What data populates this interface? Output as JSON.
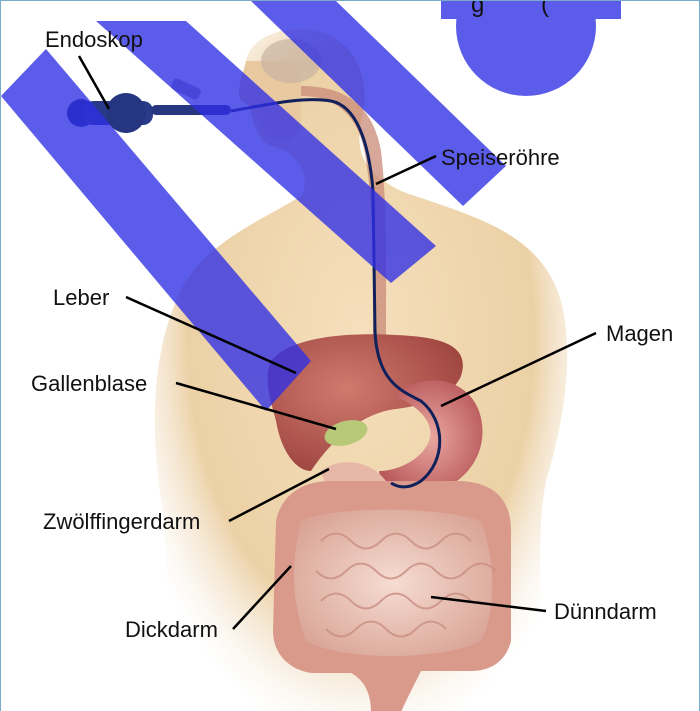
{
  "title_fragment_left": "g",
  "title_fragment_right": "(",
  "labels": {
    "endoskop": "Endoskop",
    "speiseroehre": "Speiseröhre",
    "leber": "Leber",
    "gallenblase": "Gallenblase",
    "magen": "Magen",
    "zwoelffingerdarm": "Zwölffingerdarm",
    "dickdarm": "Dickdarm",
    "duenndarm": "Dünndarm"
  },
  "colors": {
    "watermark": "#2f2fe6",
    "skin": "#efd6ae",
    "liver": "#b8574f",
    "stomach": "#c9676a",
    "intestine": "#eec4b7",
    "gallbladder": "#b9c97a",
    "endoscope": "#1f2f7a",
    "leader_line": "#000000"
  }
}
